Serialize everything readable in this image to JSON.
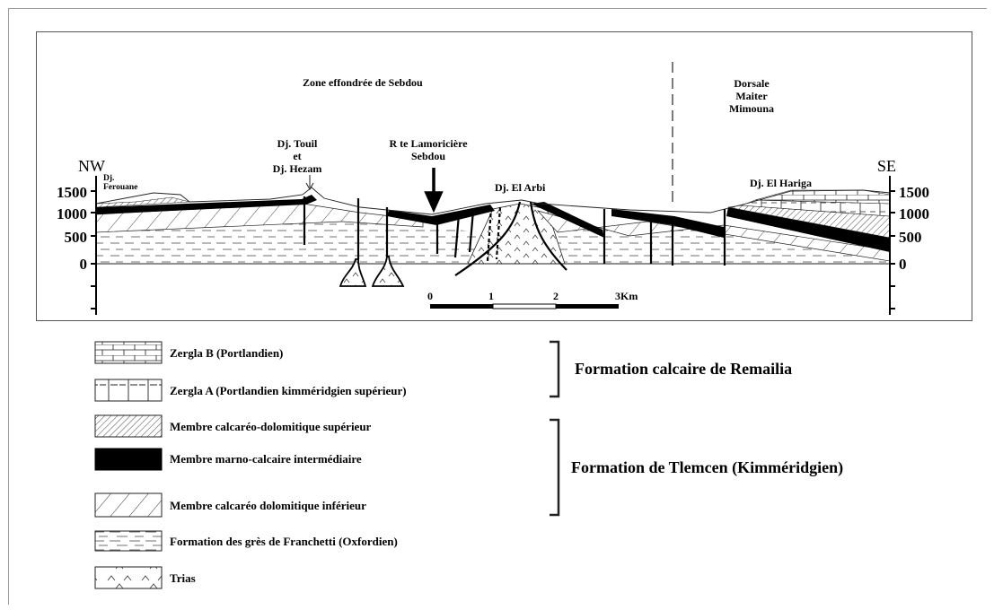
{
  "section": {
    "zone_label": "Zone effondrée de Sebdou",
    "dorsale_label": [
      "Dorsale",
      "Maiter",
      "Mimouna"
    ],
    "dir_left": "NW",
    "dir_right": "SE",
    "left_altitudes": [
      "1500",
      "1000",
      "500",
      "0"
    ],
    "right_altitudes": [
      "1500",
      "1000",
      "500",
      "0"
    ],
    "place_ferouane": [
      "Dj.",
      "Ferouane"
    ],
    "place_touil": [
      "Dj. Touil",
      "et",
      "Dj. Hezam"
    ],
    "place_lamoriciere": [
      "R te Lamoricière",
      "Sebdou"
    ],
    "place_el_arbi": "Dj. El Arbi",
    "place_el_hariga": "Dj. El Hariga",
    "scale_ticks": [
      "0",
      "1",
      "2",
      "3Km"
    ]
  },
  "legend": {
    "items": [
      {
        "label": "Zergla B (Portlandien)",
        "pattern": "brick"
      },
      {
        "label": "Zergla A (Portlandien kimméridgien supérieur)",
        "pattern": "dashed-grid"
      },
      {
        "label": "Membre calcaréo-dolomitique supérieur",
        "pattern": "fine-hatch"
      },
      {
        "label": "Membre marno-calcaire intermédiaire",
        "pattern": "solid-black"
      },
      {
        "label": "Membre calcaréo dolomitique inférieur",
        "pattern": "wide-hatch"
      },
      {
        "label": "Formation des grès de Franchetti (Oxfordien)",
        "pattern": "dashes-dots"
      },
      {
        "label": "Trias",
        "pattern": "carets"
      }
    ],
    "groups": [
      {
        "label": "Formation calcaire de Remailia"
      },
      {
        "label": "Formation de Tlemcen (Kimméridgien)"
      }
    ]
  }
}
